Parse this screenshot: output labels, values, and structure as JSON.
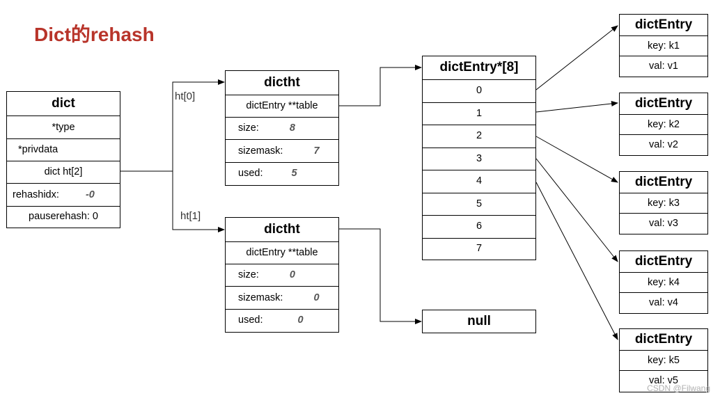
{
  "title": "Dict的rehash",
  "dict": {
    "header": "dict",
    "type": "*type",
    "privdata": "*privdata",
    "ht": "dict ht[2]",
    "rehashidx_label": "rehashidx:",
    "rehashidx_value": "-0",
    "pauserehash": "pauserehash: 0"
  },
  "ht0_label": "ht[0]",
  "ht1_label": "ht[1]",
  "ht0": {
    "header": "dictht",
    "table": "dictEntry **table",
    "size_label": "size:",
    "size_value": "8",
    "sizemask_label": "sizemask:",
    "sizemask_value": "7",
    "used_label": "used:",
    "used_value": "5"
  },
  "ht1": {
    "header": "dictht",
    "table": "dictEntry **table",
    "size_label": "size:",
    "size_value": "0",
    "sizemask_label": "sizemask:",
    "sizemask_value": "0",
    "used_label": "used:",
    "used_value": "0"
  },
  "array": {
    "header": "dictEntry*[8]",
    "slots": [
      "0",
      "1",
      "2",
      "3",
      "4",
      "5",
      "6",
      "7"
    ]
  },
  "null_box": "null",
  "entries": [
    {
      "header": "dictEntry",
      "key": "key: k1",
      "val": "val: v1"
    },
    {
      "header": "dictEntry",
      "key": "key: k2",
      "val": "val: v2"
    },
    {
      "header": "dictEntry",
      "key": "key: k3",
      "val": "val: v3"
    },
    {
      "header": "dictEntry",
      "key": "key: k4",
      "val": "val: v4"
    },
    {
      "header": "dictEntry",
      "key": "key: k5",
      "val": "val: v5"
    }
  ],
  "watermark": "CSDN @Filwang"
}
